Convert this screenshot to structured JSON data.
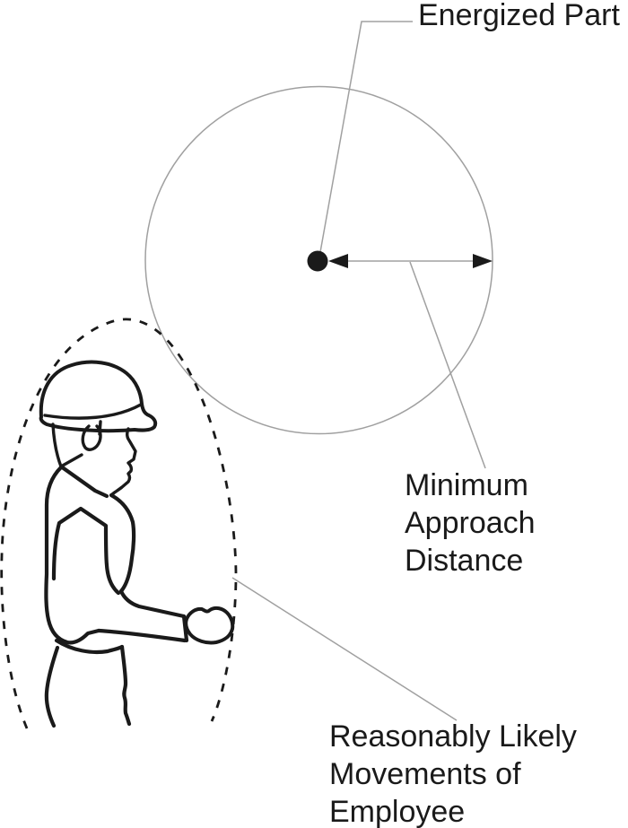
{
  "labels": {
    "energized_part": "Energized Part",
    "minimum_approach_distance": "Minimum Approach Distance",
    "reasonably_likely_movements": "Reasonably Likely Movements of Employee"
  },
  "colors": {
    "ink": "#1a1a1a",
    "line-gray": "#a0a0a0",
    "background": "#ffffff"
  }
}
